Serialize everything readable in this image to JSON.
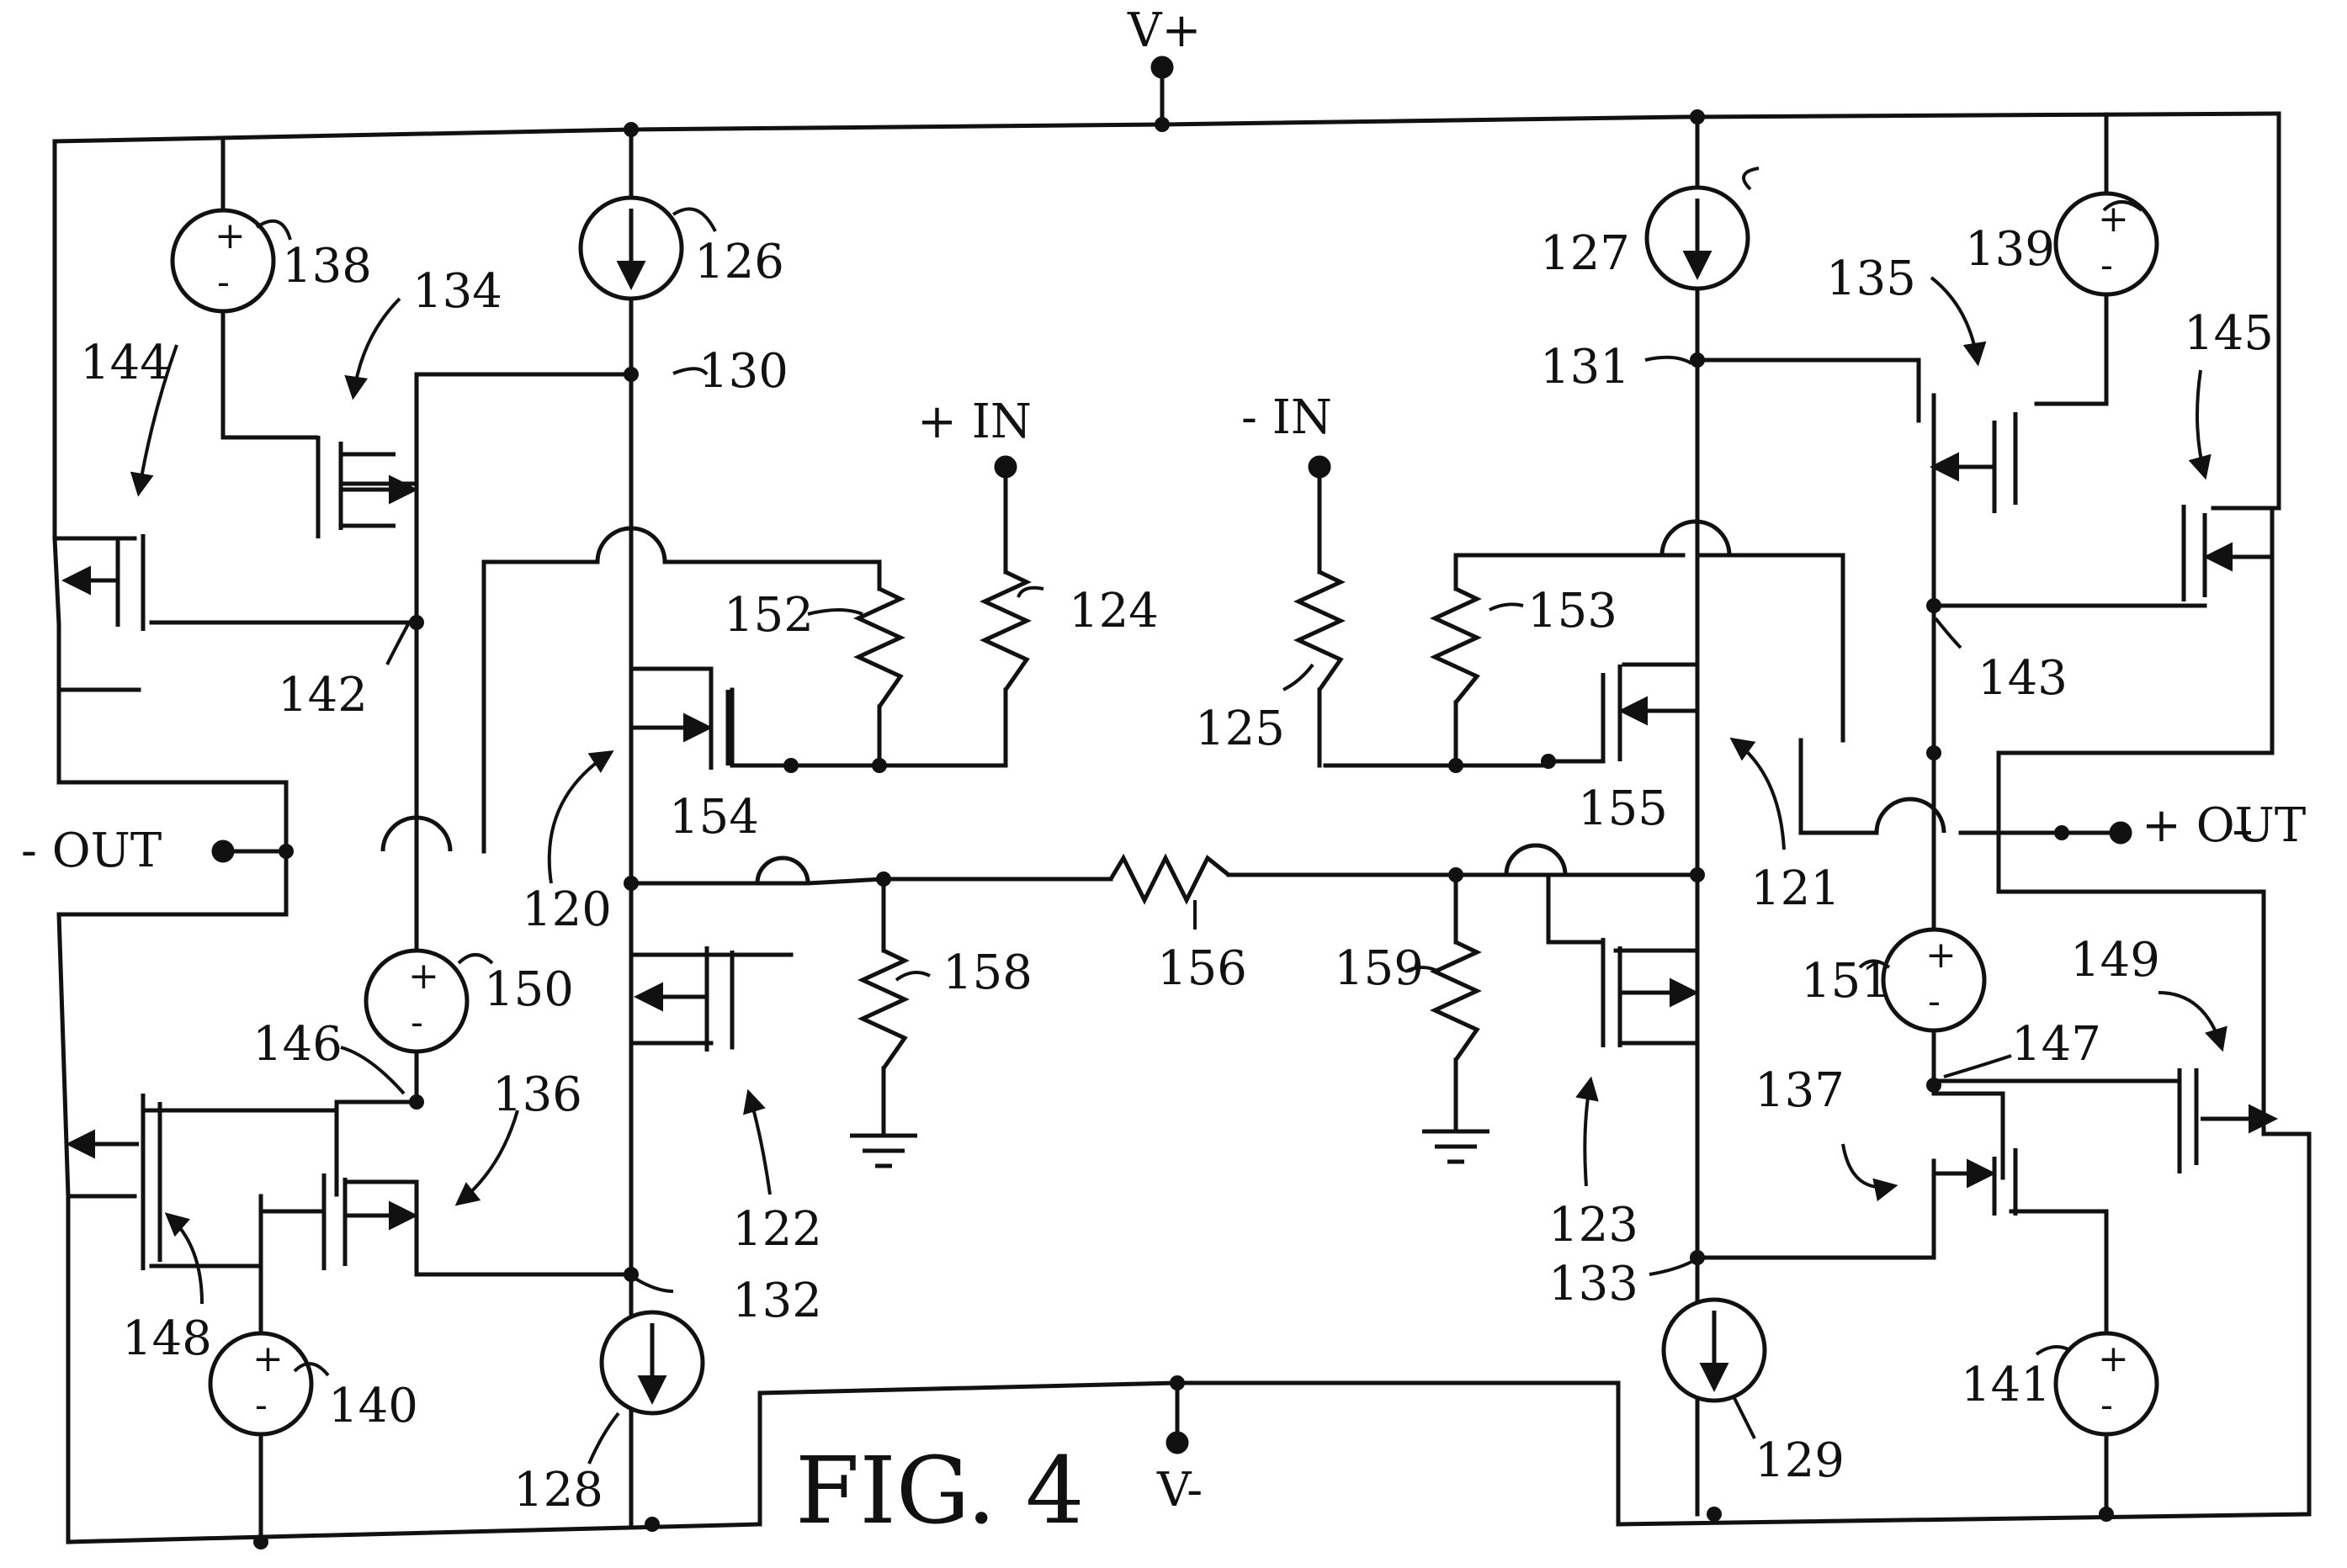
{
  "figure_label": "FIG. 4",
  "terminals": {
    "vplus": "V+",
    "vminus": "V-",
    "in_plus": "+ IN",
    "in_minus": "- IN",
    "out_minus": "- OUT",
    "out_plus": "+ OUT"
  },
  "source_signs": {
    "plus": "+",
    "minus": "-"
  },
  "refs": {
    "r120": "120",
    "r121": "121",
    "r122": "122",
    "r123": "123",
    "r124": "124",
    "r125": "125",
    "r126": "126",
    "r127": "127",
    "r128": "128",
    "r129": "129",
    "r130": "130",
    "r131": "131",
    "r132": "132",
    "r133": "133",
    "r134": "134",
    "r135": "135",
    "r136": "136",
    "r137": "137",
    "r138": "138",
    "r139": "139",
    "r140": "140",
    "r141": "141",
    "r142": "142",
    "r143": "143",
    "r144": "144",
    "r145": "145",
    "r146": "146",
    "r147": "147",
    "r148": "148",
    "r149": "149",
    "r150": "150",
    "r151": "151",
    "r152": "152",
    "r153": "153",
    "r154": "154",
    "r155": "155",
    "r156": "156",
    "r158": "158",
    "r159": "159"
  }
}
